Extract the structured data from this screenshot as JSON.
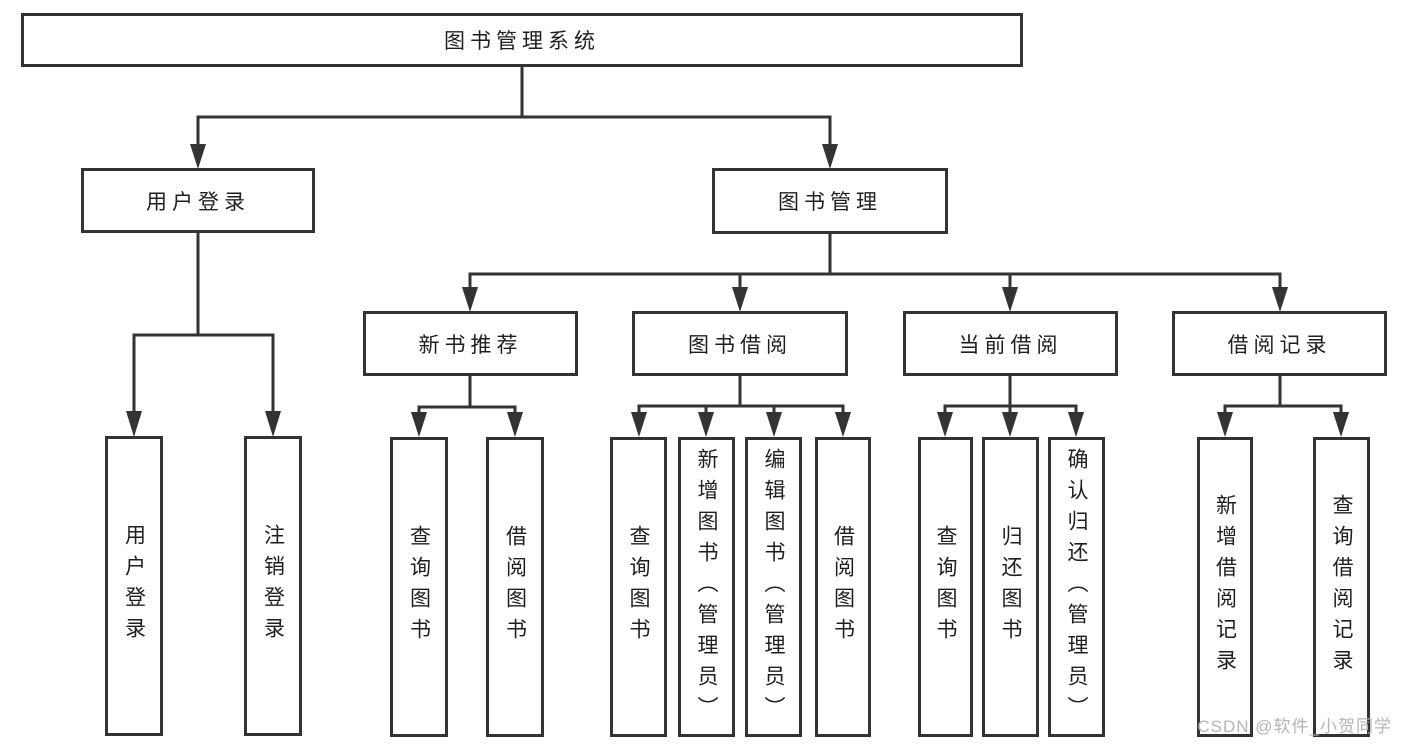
{
  "nodes": {
    "system": "图书管理系统",
    "user_login": "用户登录",
    "book_management": "图书管理",
    "new_book_recommend": "新书推荐",
    "book_borrow": "图书借阅",
    "current_borrow": "当前借阅",
    "borrow_records": "借阅记录",
    "leaf_user_login": "用户登录",
    "leaf_logout": "注销登录",
    "leaf_nb_query_books": "查询图书",
    "leaf_nb_borrow_books": "借阅图书",
    "leaf_bb_query_books": "查询图书",
    "leaf_bb_add_books": "新增图书（管理员）",
    "leaf_bb_edit_books": "编辑图书（管理员）",
    "leaf_bb_borrow_books": "借阅图书",
    "leaf_cb_query_books": "查询图书",
    "leaf_cb_return_books": "归还图书",
    "leaf_cb_confirm_return": "确认归还（管理员）",
    "leaf_br_add_record": "新增借阅记录",
    "leaf_br_query_record": "查询借阅记录"
  },
  "structure": {
    "system": [
      "user_login",
      "book_management"
    ],
    "user_login": [
      "leaf_user_login",
      "leaf_logout"
    ],
    "book_management": [
      "new_book_recommend",
      "book_borrow",
      "current_borrow",
      "borrow_records"
    ],
    "new_book_recommend": [
      "leaf_nb_query_books",
      "leaf_nb_borrow_books"
    ],
    "book_borrow": [
      "leaf_bb_query_books",
      "leaf_bb_add_books",
      "leaf_bb_edit_books",
      "leaf_bb_borrow_books"
    ],
    "current_borrow": [
      "leaf_cb_query_books",
      "leaf_cb_return_books",
      "leaf_cb_confirm_return"
    ],
    "borrow_records": [
      "leaf_br_add_record",
      "leaf_br_query_record"
    ]
  },
  "watermark": "CSDN @软件_小贺同学",
  "colors": {
    "line": "#333333",
    "text": "#1f1f1f",
    "box_fill": "#ffffff",
    "watermark": "#b5b5b5",
    "background": "#ffffff"
  }
}
